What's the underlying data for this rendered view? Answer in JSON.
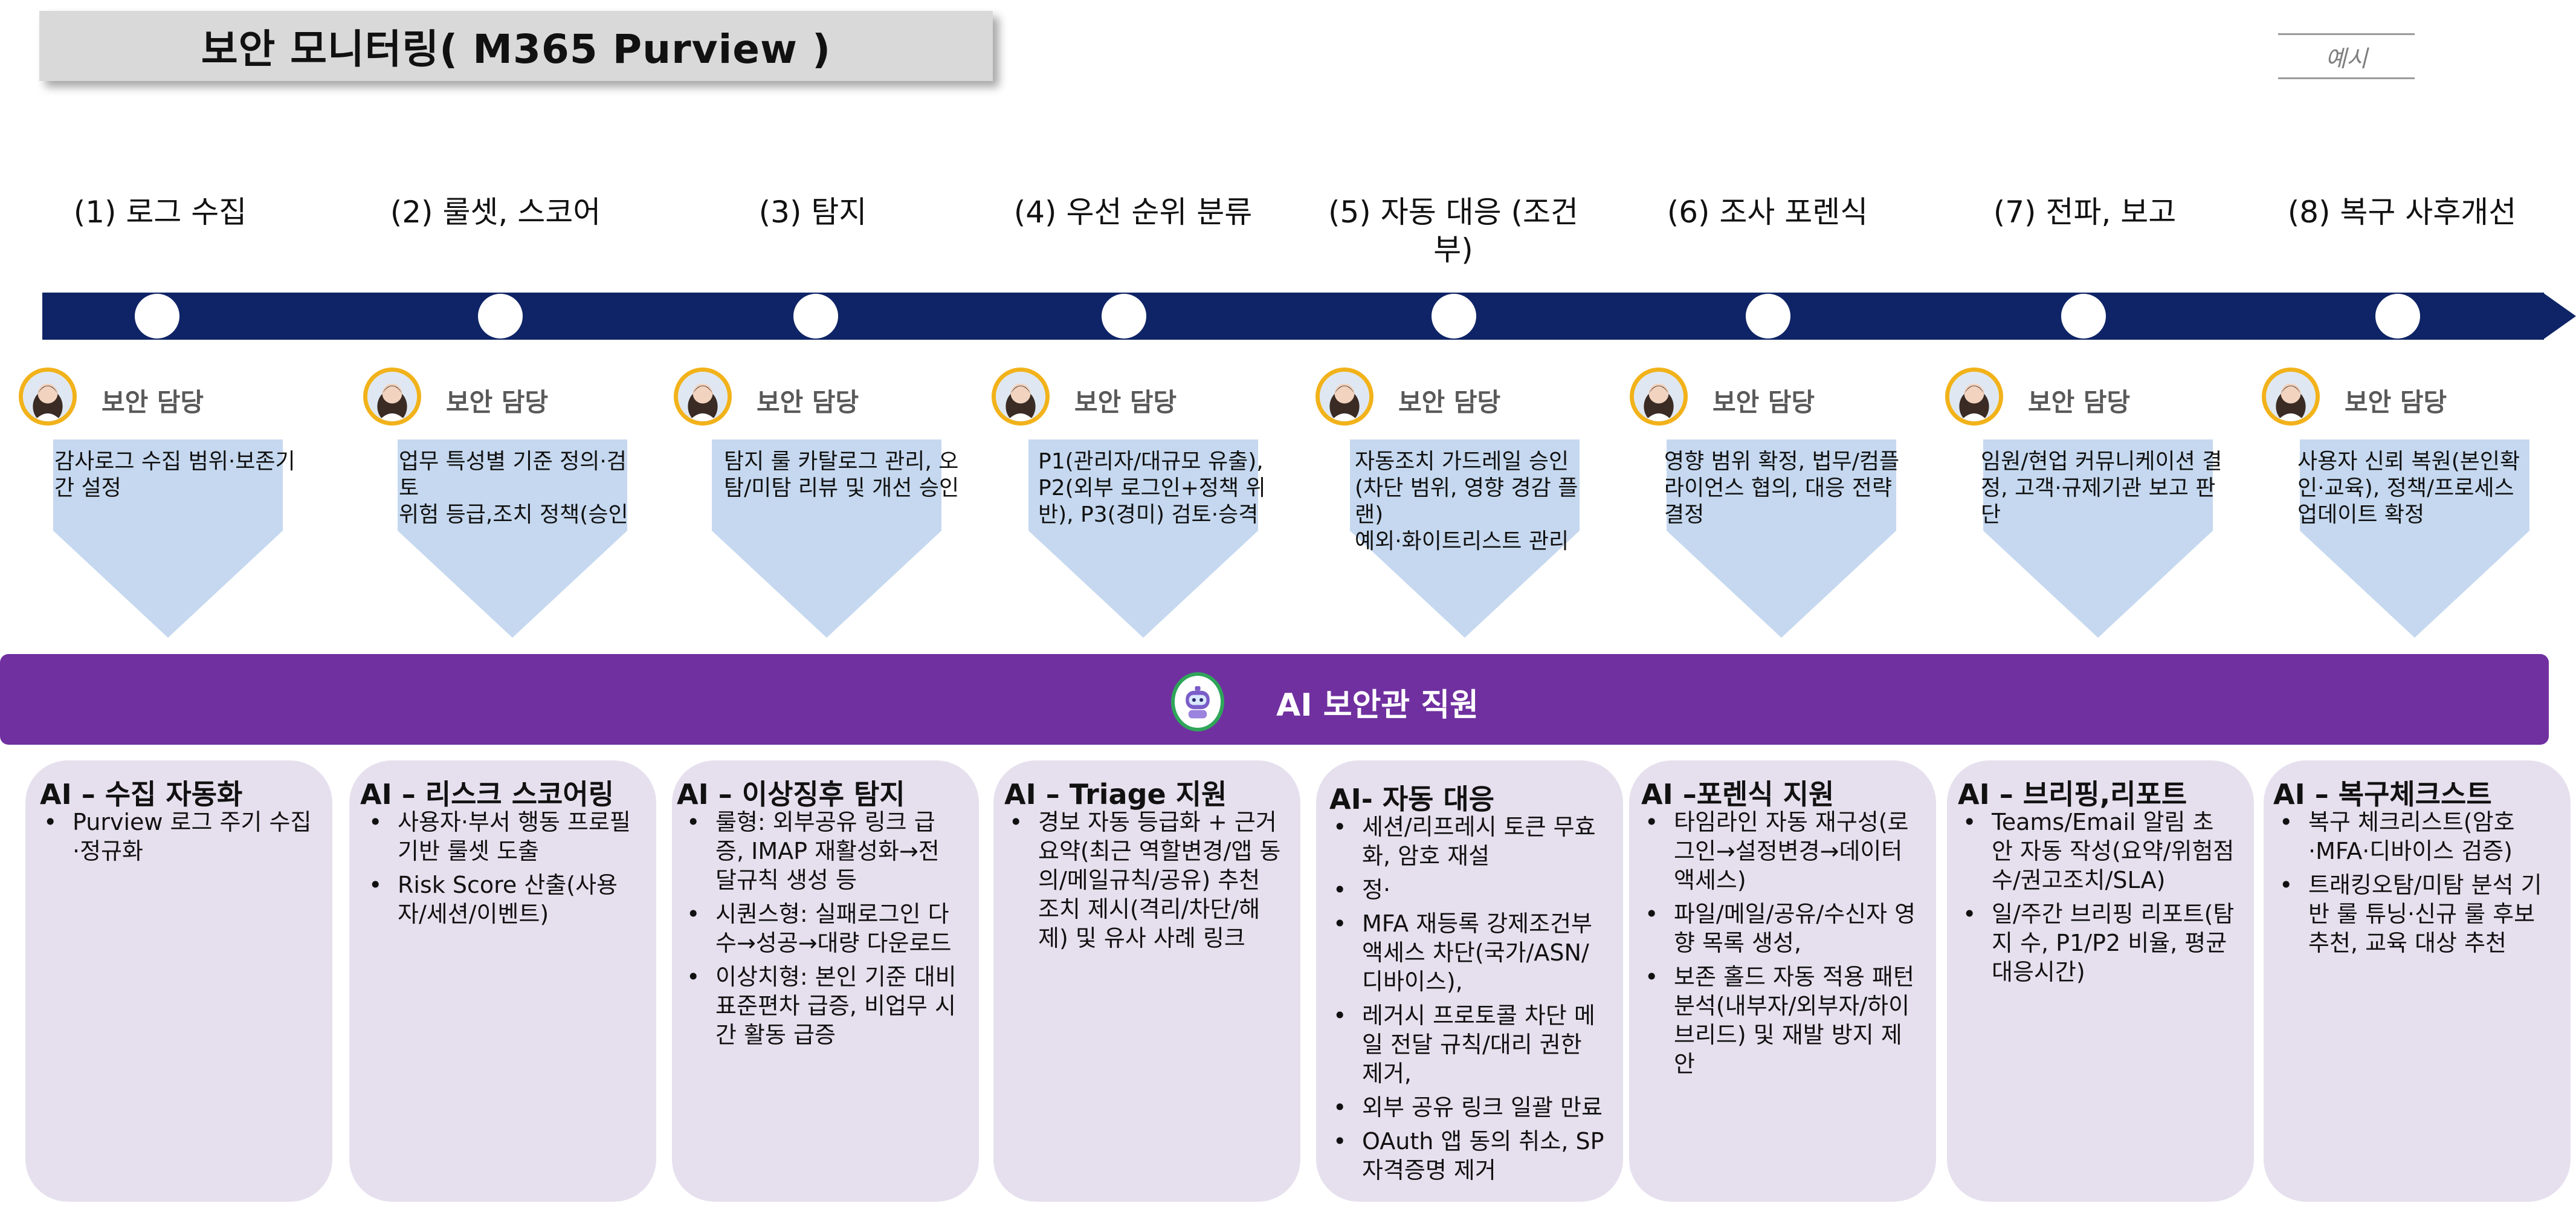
{
  "header": {
    "title": "보안 모니터링( M365 Purview )",
    "example_label": "예시"
  },
  "colors": {
    "timeline": "#0f2466",
    "arrow_fill": "#c5d8ef",
    "ai_banner": "#7030a0",
    "card_fill": "#e6e0ee",
    "avatar_ring": "#f2b21a"
  },
  "phases": [
    {
      "label": "(1) 로그 수집",
      "owner": "보안 담당",
      "task": "감사로그 수집 범위·보존기간 설정"
    },
    {
      "label": "(2) 룰셋, 스코어",
      "owner": "보안 담당",
      "task": "업무 특성별 기준 정의·검토\n위험 등급,조치 정책(승인"
    },
    {
      "label": "(3) 탐지",
      "owner": "보안 담당",
      "task": "탐지 룰 카탈로그 관리, 오탐/미탐 리뷰 및 개선 승인"
    },
    {
      "label": "(4) 우선 순위 분류",
      "owner": "보안 담당",
      "task": "P1(관리자/대규모 유출), P2(외부 로그인+정책 위반), P3(경미) 검토·승격"
    },
    {
      "label": "(5) 자동 대응 (조건부)",
      "owner": "보안 담당",
      "task": "자동조치 가드레일 승인(차단 범위, 영향 경감 플랜)\n예외·화이트리스트 관리"
    },
    {
      "label": "(6) 조사 포렌식",
      "owner": "보안 담당",
      "task": "영향 범위 확정, 법무/컴플라이언스 협의, 대응 전략 결정"
    },
    {
      "label": "(7) 전파, 보고",
      "owner": "보안 담당",
      "task": "임원/현업 커뮤니케이션 결정, 고객·규제기관 보고 판단"
    },
    {
      "label": "(8) 복구 사후개선",
      "owner": "보안 담당",
      "task": "사용자 신뢰 복원(본인확인·교육), 정책/프로세스 업데이트 확정"
    }
  ],
  "ai_banner": {
    "title": "AI 보안관 직원",
    "icon": "robot-icon"
  },
  "ai_cards": [
    {
      "title": "AI – 수집 자동화",
      "items": [
        "Purview 로그 주기 수집·정규화"
      ]
    },
    {
      "title": "AI – 리스크 스코어링",
      "items": [
        "사용자·부서 행동 프로필 기반 룰셋 도출",
        "Risk Score 산출(사용자/세션/이벤트)"
      ]
    },
    {
      "title": "AI – 이상징후 탐지",
      "items": [
        "룰형: 외부공유 링크 급증, IMAP 재활성화→전달규칙 생성 등",
        "시퀀스형: 실패로그인 다수→성공→대량 다운로드",
        "이상치형: 본인 기준 대비 표준편차 급증, 비업무 시간 활동 급증"
      ]
    },
    {
      "title": "AI – Triage  지원",
      "items": [
        "경보 자동 등급화 + 근거 요약(최근 역할변경/앱 동의/메일규칙/공유) 추천 조치 제시(격리/차단/해제) 및 유사 사례 링크"
      ]
    },
    {
      "title": "AI- 자동 대응",
      "items": [
        "세션/리프레시 토큰 무효화, 암호 재설",
        "정·",
        "MFA 재등록 강제조건부 액세스 차단(국가/ASN/디바이스),",
        "레거시 프로토콜 차단 메일 전달 규칙/대리 권한 제거,",
        "외부 공유 링크 일괄 만료",
        "OAuth 앱 동의 취소, SP 자격증명 제거"
      ]
    },
    {
      "title": "AI –포렌식 지원",
      "items": [
        "타임라인 자동 재구성(로그인→설정변경→데이터 액세스)",
        "파일/메일/공유/수신자 영향 목록 생성,",
        "보존 홀드 자동 적용 패턴 분석(내부자/외부자/하이브리드) 및 재발 방지 제안"
      ]
    },
    {
      "title": "AI – 브리핑,리포트",
      "items": [
        "Teams/Email 알림 초안 자동 작성(요약/위험점수/권고조치/SLA)",
        "일/주간 브리핑 리포트(탐지 수, P1/P2 비율, 평균 대응시간)"
      ]
    },
    {
      "title": "AI – 복구체크스트",
      "items": [
        "복구 체크리스트(암호·MFA·디바이스 검증)",
        "트래킹오탐/미탐 분석 기반 룰 튜닝·신규 룰 후보 추천, 교육 대상 추천"
      ]
    }
  ]
}
